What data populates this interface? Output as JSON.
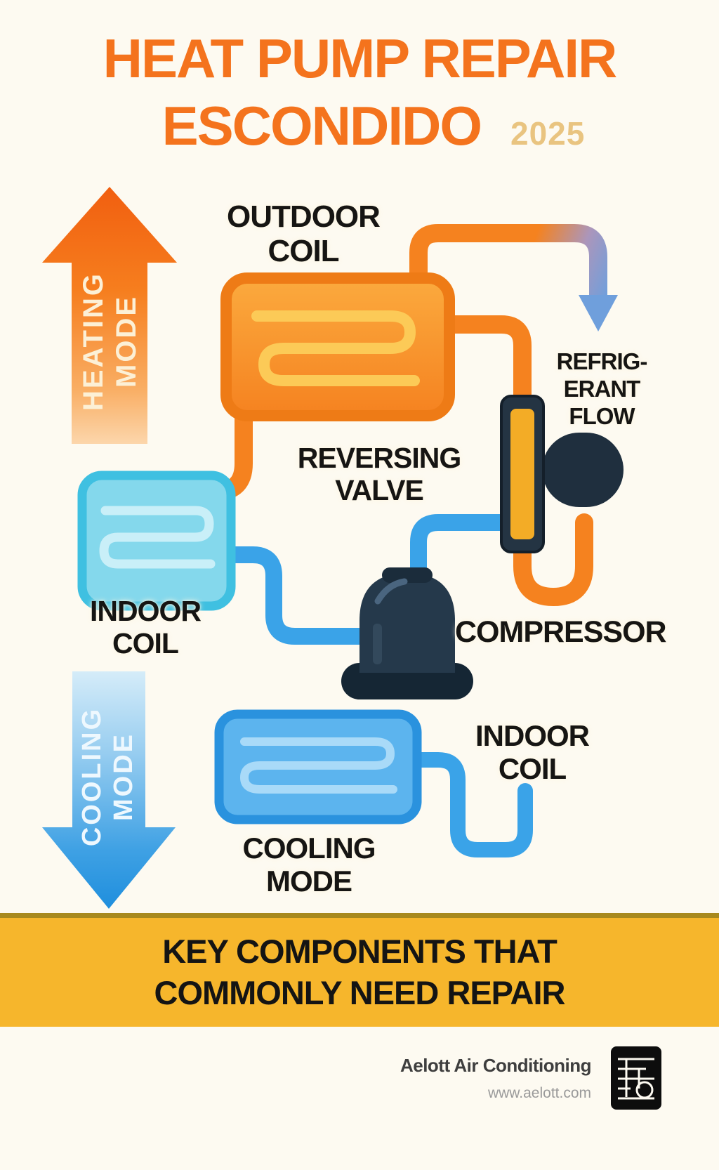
{
  "title": {
    "line1": "HEAT PUMP REPAIR",
    "line2": "ESCONDIDO",
    "year": "2025"
  },
  "diagram": {
    "heating_mode_arrow": "HEATING\nMODE",
    "cooling_mode_arrow": "COOLING\nMODE",
    "labels": {
      "outdoor_coil": "OUTDOOR\nCOIL",
      "refrigerant_flow": "REFRIG-\nERANT\nFLOW",
      "reversing_valve": "REVERSING\nVALVE",
      "indoor_coil_heating": "INDOOR\nCOIL",
      "compressor": "COMPRESSOR",
      "indoor_coil_cooling": "INDOOR\nCOIL",
      "cooling_mode": "COOLING\nMODE"
    }
  },
  "banner": {
    "text": "KEY COMPONENTS THAT\nCOMMONLY NEED REPAIR"
  },
  "footer": {
    "company": "Aelott Air Conditioning",
    "website": "www.aelott.com"
  },
  "colors": {
    "title_orange": "#f4731d",
    "pipe_orange": "#f5821f",
    "pipe_blue": "#3aa3e8",
    "coil_cyan": "#3fc0e1",
    "banner_gold": "#f6b62c",
    "component_dark": "#243443",
    "valve_yellow": "#f3ac26",
    "background_cream": "#fdfaf1"
  }
}
